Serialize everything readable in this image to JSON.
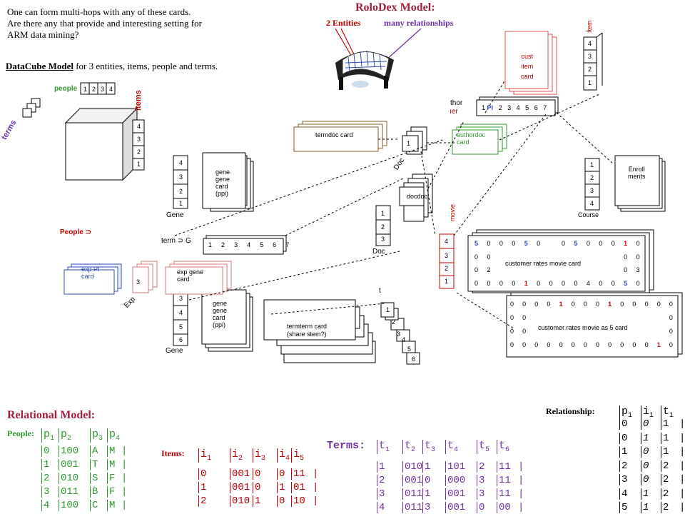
{
  "intro": {
    "line1": "One can form multi-hops with any of these cards.",
    "line2": "Are there any that provide and interesting setting for",
    "line3": "ARM data mining?"
  },
  "rolodex": {
    "title": "RoloDex Model:",
    "entities": "2 Entities",
    "relationships": "many relationships"
  },
  "datacube": {
    "title": "DataCube Model",
    "subtitle": "for 3 entities, items, people and terms.",
    "people_label": "people",
    "items_label": "items",
    "terms_label": "terms",
    "people_nums": [
      "1",
      "2",
      "3",
      "4"
    ],
    "item_nums": [
      "4",
      "3",
      "2",
      "1"
    ]
  },
  "cards": {
    "termdoc": "termdoc card",
    "authordoc": "authordoc card",
    "docdoc": "docdoc",
    "gene_ppi": [
      "gene",
      "gene",
      "card",
      "(ppi)"
    ],
    "exppi": [
      "exp PI",
      "card"
    ],
    "expgene": [
      "exp gene",
      "card"
    ],
    "termterm": [
      "termterm card",
      "(share stem?)"
    ],
    "custitem": [
      "cust",
      "item",
      "card"
    ],
    "enrollments": [
      "Enroll",
      "ments"
    ],
    "rates": "customer rates movie card",
    "rates5": "customer rates movie as 5 card"
  },
  "labels": {
    "gene": "Gene",
    "gene2": "Gene",
    "people": "People",
    "term": "term",
    "exp": "Exp",
    "doc": "Doc",
    "doc2": "Doc",
    "t": "t",
    "course": "Course",
    "movie": "movie",
    "item": "Item",
    "author": "thor",
    "author2": "ıer",
    "pi": "PI",
    "g": "G"
  },
  "numbers": {
    "gene_col1": [
      "4",
      "3",
      "2",
      "1"
    ],
    "gene_col2": [
      "3",
      "4",
      "5",
      "6"
    ],
    "g_row": [
      "1",
      "2",
      "3",
      "4",
      "5",
      "6",
      "7"
    ],
    "doc_col": [
      "1",
      "2",
      "3"
    ],
    "t_col": [
      "1",
      "2",
      "3",
      "4",
      "5",
      "6"
    ],
    "author_row": [
      "1",
      "2",
      "3",
      "4",
      "5",
      "6",
      "7"
    ],
    "item_col": [
      "4",
      "3",
      "2",
      "1"
    ],
    "course_col": [
      "1",
      "2",
      "3",
      "4"
    ],
    "movie_col": [
      "4",
      "3",
      "2",
      "1"
    ],
    "exp_num": "3",
    "doc_top": "1"
  },
  "rates_rows": [
    [
      "5",
      "0",
      "0",
      "0",
      "5",
      "0",
      "",
      "0",
      "5",
      "0",
      "0",
      "0",
      "1",
      "0"
    ],
    [
      "0",
      "0",
      "",
      "",
      "",
      "",
      "",
      "",
      "",
      "",
      "",
      "",
      "0",
      "0"
    ],
    [
      "0",
      "2",
      "",
      "",
      "",
      "",
      "",
      "",
      "",
      "",
      "",
      "",
      "0",
      "3"
    ],
    [
      "0",
      "0",
      "0",
      "0",
      "1",
      "0",
      "0",
      "0",
      "0",
      "4",
      "0",
      "0",
      "5",
      "0"
    ]
  ],
  "rates5_rows": [
    [
      "0",
      "0",
      "0",
      "0",
      "1",
      "0",
      "0",
      "0",
      "1",
      "0",
      "0",
      "0",
      "0",
      "0"
    ],
    [
      "0",
      "0",
      "",
      "",
      "",
      "",
      "",
      "",
      "",
      "",
      "",
      "",
      "",
      "0"
    ],
    [
      "0",
      "0",
      "",
      "",
      "",
      "",
      "",
      "",
      "",
      "",
      "",
      "",
      "",
      "0"
    ],
    [
      "0",
      "0",
      "0",
      "0",
      "0",
      "0",
      "0",
      "0",
      "0",
      "0",
      "0",
      "0",
      "1",
      "0"
    ]
  ],
  "relational": {
    "title": "Relational Model:",
    "people_label": "People:",
    "items_label": "Items:",
    "terms_label": "Terms:",
    "relationship_label": "Relationship:",
    "people_headers": [
      "p1",
      "p2",
      "p3",
      "p4"
    ],
    "people_rows": [
      [
        "0",
        "100",
        "A",
        "M"
      ],
      [
        "1",
        "001",
        "T",
        "M"
      ],
      [
        "2",
        "010",
        "S",
        "F"
      ],
      [
        "3",
        "011",
        "B",
        "F"
      ],
      [
        "4",
        "100",
        "C",
        "M"
      ]
    ],
    "items_headers": [
      "i1",
      "i2",
      "i3",
      "i4",
      "i5"
    ],
    "items_rows": [
      [
        "0",
        "001",
        "0",
        "0",
        "11"
      ],
      [
        "1",
        "001",
        "0",
        "1",
        "01"
      ],
      [
        "2",
        "010",
        "1",
        "0",
        "10"
      ]
    ],
    "terms_headers": [
      "t1",
      "t2",
      "t3",
      "t4",
      "t5",
      "t6"
    ],
    "terms_rows": [
      [
        "1",
        "010",
        "1",
        "101",
        "2",
        "11"
      ],
      [
        "2",
        "001",
        "0",
        "000",
        "3",
        "11"
      ],
      [
        "3",
        "011",
        "1",
        "001",
        "3",
        "11"
      ],
      [
        "4",
        "011",
        "3",
        "001",
        "0",
        "00"
      ]
    ],
    "rel_headers": [
      "p1",
      "i1",
      "t1"
    ],
    "rel_rows": [
      [
        "0",
        "0",
        "1"
      ],
      [
        "0",
        "1",
        "1"
      ],
      [
        "1",
        "0",
        "1"
      ],
      [
        "2",
        "0",
        "2"
      ],
      [
        "3",
        "0",
        "2"
      ],
      [
        "4",
        "1",
        "2"
      ],
      [
        "5",
        "1",
        "2"
      ]
    ]
  }
}
